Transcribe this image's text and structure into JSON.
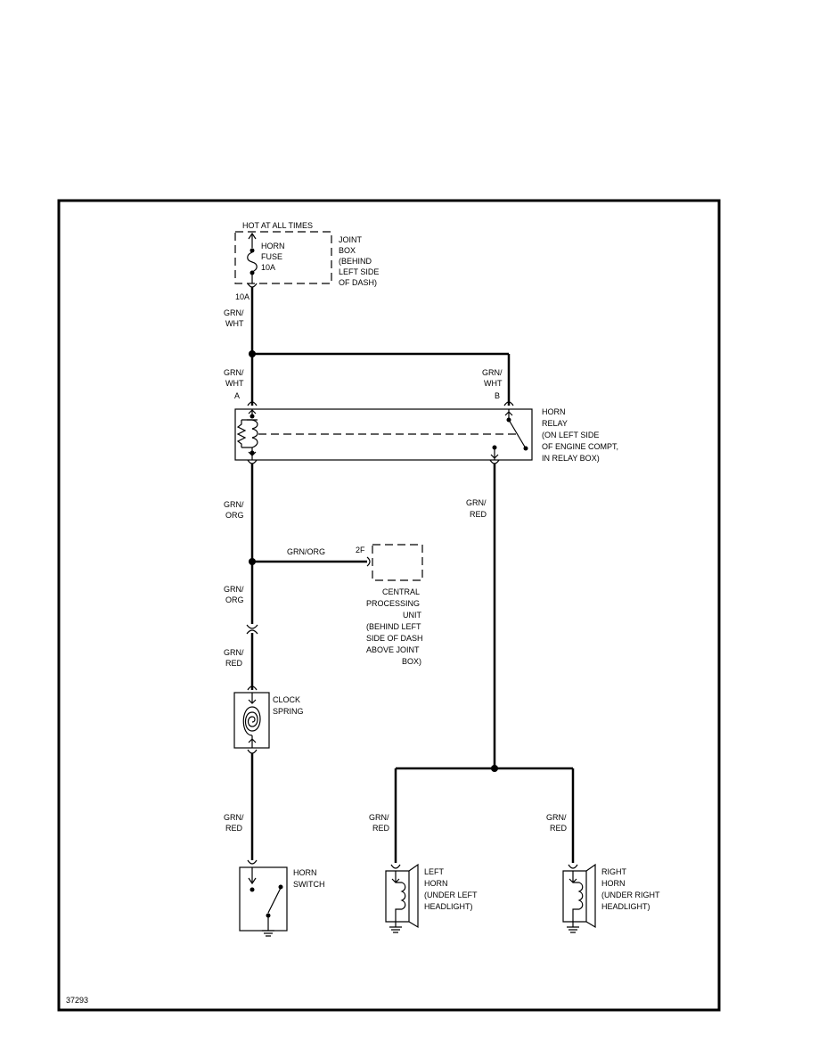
{
  "source": {
    "hot": "HOT AT ALL TIMES",
    "fuse": [
      "HORN",
      "FUSE",
      "10A"
    ],
    "joint_box": [
      "JOINT",
      "BOX",
      "(BEHIND",
      "LEFT SIDE",
      "OF DASH)"
    ],
    "amp": "10A"
  },
  "relay": {
    "label": [
      "HORN",
      "RELAY",
      "(ON LEFT SIDE",
      "OF ENGINE COMPT,",
      "IN RELAY BOX)"
    ],
    "pin_a": "A",
    "pin_b": "B"
  },
  "cpu": {
    "pin": "2F",
    "label": [
      "CENTRAL",
      "PROCESSING",
      "UNIT",
      "(BEHIND LEFT",
      "SIDE OF DASH",
      "ABOVE JOINT",
      "BOX)"
    ]
  },
  "clock_spring": [
    "CLOCK",
    "SPRING"
  ],
  "horn_switch": [
    "HORN",
    "SWITCH"
  ],
  "left_horn": [
    "LEFT",
    "HORN",
    "(UNDER LEFT",
    "HEADLIGHT)"
  ],
  "right_horn": [
    "RIGHT",
    "HORN",
    "(UNDER RIGHT",
    "HEADLIGHT)"
  ],
  "wires": {
    "w1": [
      "GRN/",
      "WHT"
    ],
    "w2": [
      "GRN/",
      "WHT"
    ],
    "w3": [
      "GRN/",
      "WHT"
    ],
    "w4": [
      "GRN/",
      "ORG"
    ],
    "w5": "GRN/ORG",
    "w6": [
      "GRN/",
      "ORG"
    ],
    "w7": [
      "GRN/",
      "RED"
    ],
    "w8": [
      "GRN/",
      "RED"
    ],
    "w9": [
      "GRN/",
      "RED"
    ],
    "w10": [
      "GRN/",
      "RED"
    ],
    "w11": [
      "GRN/",
      "RED"
    ]
  },
  "figure_id": "37293"
}
